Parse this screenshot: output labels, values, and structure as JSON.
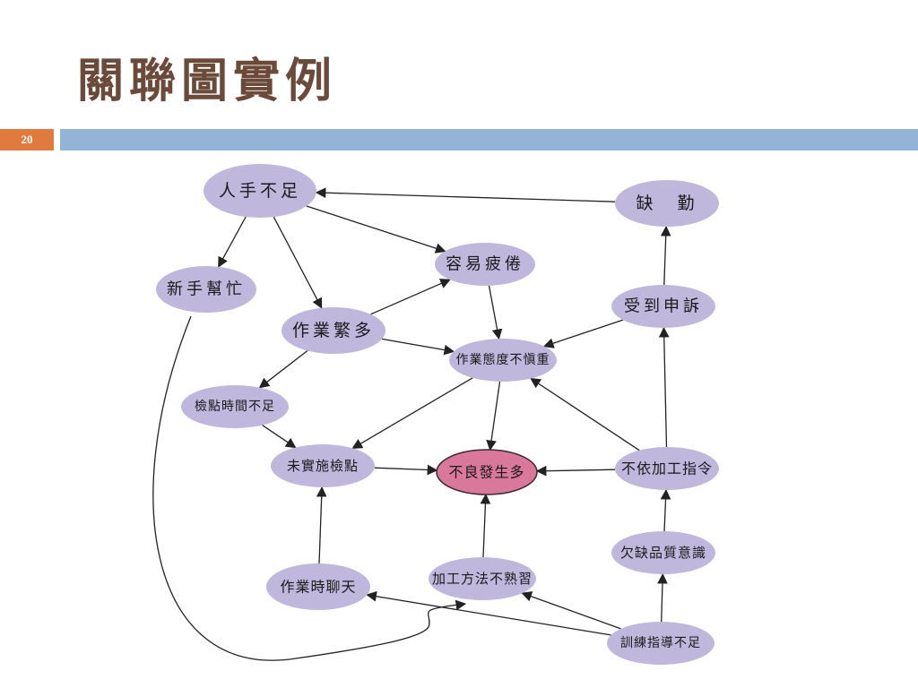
{
  "slide": {
    "title": "關聯圖實例",
    "page_number": "20"
  },
  "colors": {
    "node_fill": "#bfb7dc",
    "node_highlight_fill": "#d9789a",
    "node_highlight_stroke": "#3a2a30",
    "edge": "#222222",
    "title": "#6b4a3a",
    "page_badge": "#e07a3f",
    "title_bar": "#93b4d6"
  },
  "nodes": [
    {
      "id": "staff-shortage",
      "label": "人手不足"
    },
    {
      "id": "absence",
      "label": "缺　勤"
    },
    {
      "id": "fatigue",
      "label": "容易疲倦"
    },
    {
      "id": "new-staff-help",
      "label": "新手幫忙"
    },
    {
      "id": "complaint",
      "label": "受到申訴"
    },
    {
      "id": "heavy-workload",
      "label": "作業繁多"
    },
    {
      "id": "careless-attitude",
      "label": "作業態度不愼重"
    },
    {
      "id": "insufficient-inspection-time",
      "label": "檢點時間不足"
    },
    {
      "id": "no-inspection",
      "label": "未實施檢點"
    },
    {
      "id": "many-defects",
      "label": "不良發生多",
      "highlight": true
    },
    {
      "id": "not-following-instructions",
      "label": "不依加工指令"
    },
    {
      "id": "lack-of-quality-awareness",
      "label": "欠缺品質意識"
    },
    {
      "id": "chatting-at-work",
      "label": "作業時聊天"
    },
    {
      "id": "unfamiliar-method",
      "label": "加工方法不熟習"
    },
    {
      "id": "insufficient-training",
      "label": "訓練指導不足"
    }
  ],
  "edges": [
    {
      "from": "absence",
      "to": "staff-shortage"
    },
    {
      "from": "staff-shortage",
      "to": "new-staff-help"
    },
    {
      "from": "staff-shortage",
      "to": "heavy-workload"
    },
    {
      "from": "staff-shortage",
      "to": "fatigue"
    },
    {
      "from": "heavy-workload",
      "to": "fatigue"
    },
    {
      "from": "fatigue",
      "to": "careless-attitude"
    },
    {
      "from": "heavy-workload",
      "to": "careless-attitude"
    },
    {
      "from": "heavy-workload",
      "to": "insufficient-inspection-time"
    },
    {
      "from": "complaint",
      "to": "absence"
    },
    {
      "from": "complaint",
      "to": "careless-attitude"
    },
    {
      "from": "insufficient-inspection-time",
      "to": "no-inspection"
    },
    {
      "from": "careless-attitude",
      "to": "no-inspection"
    },
    {
      "from": "careless-attitude",
      "to": "many-defects"
    },
    {
      "from": "not-following-instructions",
      "to": "careless-attitude"
    },
    {
      "from": "not-following-instructions",
      "to": "complaint"
    },
    {
      "from": "no-inspection",
      "to": "many-defects"
    },
    {
      "from": "not-following-instructions",
      "to": "many-defects"
    },
    {
      "from": "lack-of-quality-awareness",
      "to": "not-following-instructions"
    },
    {
      "from": "chatting-at-work",
      "to": "no-inspection"
    },
    {
      "from": "unfamiliar-method",
      "to": "many-defects"
    },
    {
      "from": "insufficient-training",
      "to": "lack-of-quality-awareness"
    },
    {
      "from": "insufficient-training",
      "to": "unfamiliar-method"
    },
    {
      "from": "insufficient-training",
      "to": "chatting-at-work"
    },
    {
      "from": "new-staff-help",
      "to": "unfamiliar-method",
      "curved": true
    }
  ]
}
